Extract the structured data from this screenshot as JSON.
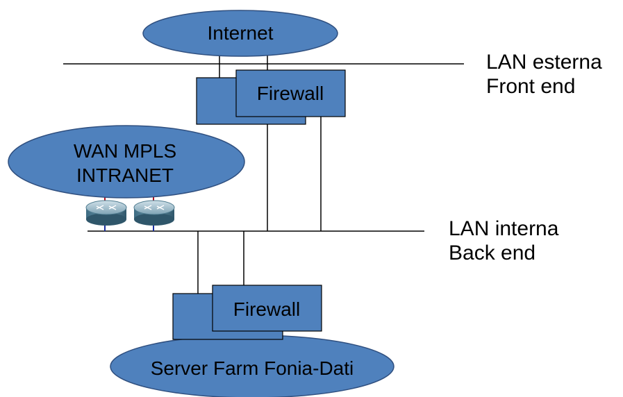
{
  "nodes": {
    "internet": {
      "label": "Internet"
    },
    "wan": {
      "line1": "WAN MPLS",
      "line2": "INTRANET"
    },
    "firewall_front": {
      "label": "Firewall"
    },
    "firewall_back": {
      "label": "Firewall"
    },
    "server_farm": {
      "label": "Server Farm Fonia-Dati"
    }
  },
  "segments": {
    "external": {
      "line1": "LAN esterna",
      "line2": "Front end"
    },
    "internal": {
      "line1": "LAN interna",
      "line2": "Back end"
    }
  },
  "colors": {
    "node_fill": "#4f81bd",
    "node_stroke": "#2f4f7f",
    "line": "#000000"
  }
}
